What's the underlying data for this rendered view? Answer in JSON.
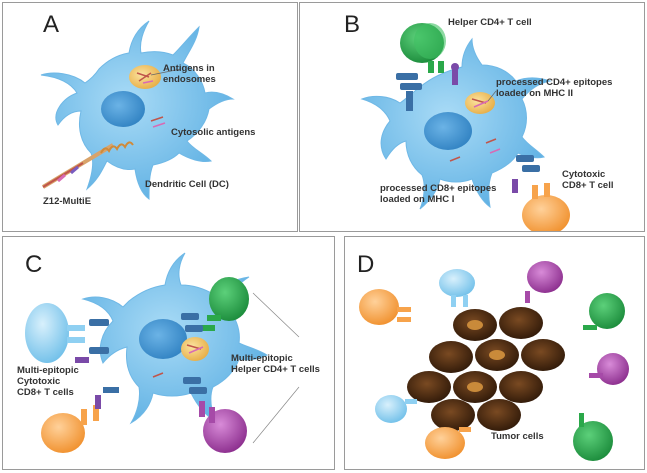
{
  "panels": {
    "a": {
      "letter": "A",
      "labels": {
        "antigens_endosomes_1": "Antigens in",
        "antigens_endosomes_2": "endosomes",
        "cytosolic": "Cytosolic antigens",
        "dc": "Dendritic Cell (DC)",
        "z12": "Z12-MultiE"
      }
    },
    "b": {
      "letter": "B",
      "labels": {
        "helper": "Helper CD4+ T cell",
        "cd4_epitopes_1": "processed CD4+ epitopes",
        "cd4_epitopes_2": "loaded on MHC II",
        "cytotoxic_1": "Cytotoxic",
        "cytotoxic_2": "CD8+ T cell",
        "cd8_epitopes_1": "processed CD8+ epitopes",
        "cd8_epitopes_2": "loaded on MHC I"
      }
    },
    "c": {
      "letter": "C",
      "labels": {
        "multi_cyto_1": "Multi-epitopic",
        "multi_cyto_2": "Cytotoxic",
        "multi_cyto_3": "CD8+ T cells",
        "multi_helper_1": "Multi-epitopic",
        "multi_helper_2": "Helper CD4+ T cells"
      }
    },
    "d": {
      "letter": "D",
      "labels": {
        "tumor": "Tumor cells"
      }
    }
  },
  "colors": {
    "dc_body": "#7fc3ea",
    "dc_nucleus": "#3f97d3",
    "endosome": "#f1c96b",
    "helper_t": "#2aa84a",
    "cytotoxic_t": "#f7a34b",
    "light_t": "#8fd0f2",
    "purple_t": "#a64aa8",
    "mhc": "#3a6fa5",
    "tumor": "#4a2a14"
  }
}
